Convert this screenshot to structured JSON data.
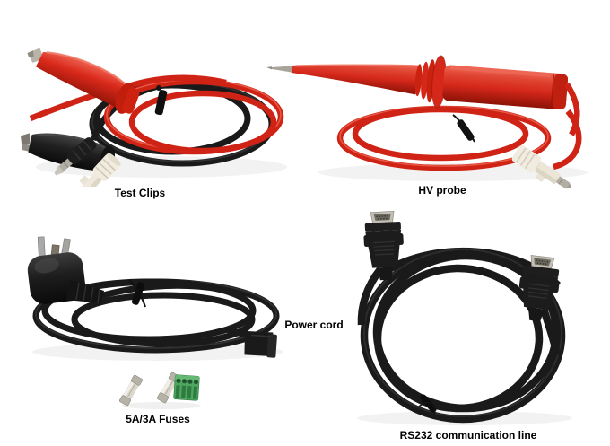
{
  "collage": {
    "background_color": "#ffffff",
    "label_color": "#000000",
    "products": {
      "test_clips": {
        "label": "Test Clips"
      },
      "hv_probe": {
        "label": "HV probe"
      },
      "power_cord": {
        "label": "Power cord"
      },
      "fuses": {
        "label": "5A/3A Fuses"
      },
      "rs232": {
        "label": "RS232 communication line"
      }
    },
    "palette": {
      "cable_red": "#d5281b",
      "cable_black": "#1a1a1a",
      "metal_silver": "#b9b5ab",
      "connector_cream": "#efeade",
      "terminal_green": "#4fa75f"
    }
  }
}
